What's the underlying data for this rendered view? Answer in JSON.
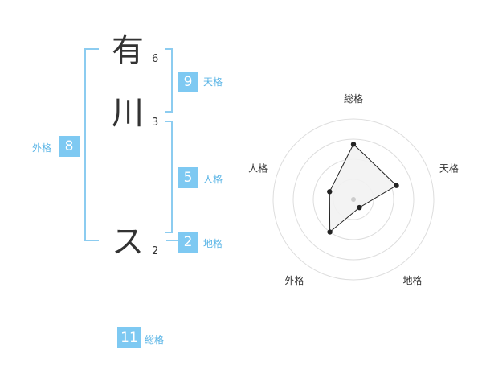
{
  "name": {
    "chars": [
      {
        "char": "有",
        "strokes": "6"
      },
      {
        "char": "川",
        "strokes": "3"
      },
      {
        "char": "ス",
        "strokes": "2"
      }
    ]
  },
  "fortune": {
    "tenkaku": {
      "value": "9",
      "label": "天格"
    },
    "jinkaku": {
      "value": "5",
      "label": "人格"
    },
    "chikaku": {
      "value": "2",
      "label": "地格"
    },
    "gaikaku": {
      "value": "8",
      "label": "外格"
    },
    "soukaku": {
      "value": "11",
      "label": "総格"
    }
  },
  "chart_data": {
    "type": "radar",
    "axes": [
      "総格",
      "天格",
      "地格",
      "外格",
      "人格"
    ],
    "values": [
      11,
      9,
      2,
      8,
      5
    ],
    "rings": 4,
    "colors": {
      "fill": "#f2f2f2",
      "stroke": "#222222",
      "ring": "#dddddd",
      "center": "#cccccc"
    }
  }
}
